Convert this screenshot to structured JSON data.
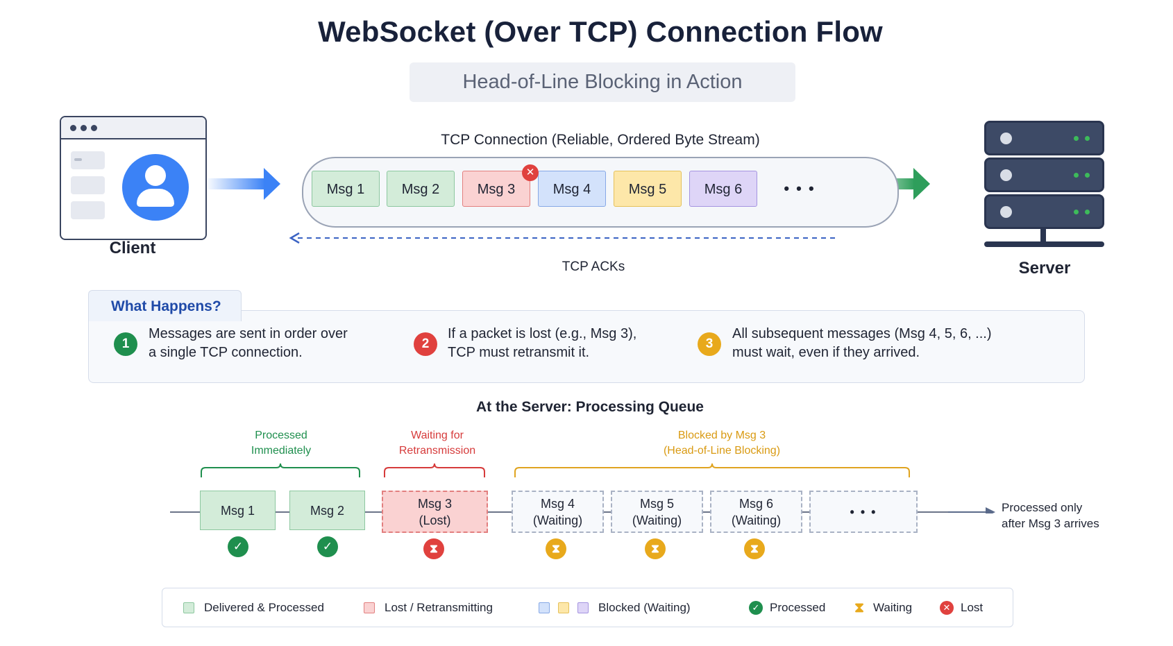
{
  "title": "WebSocket (Over TCP) Connection Flow",
  "subtitle": "Head-of-Line Blocking in Action",
  "client_label": "Client",
  "server_label": "Server",
  "tcp": {
    "caption": "TCP Connection (Reliable, Ordered Byte Stream)",
    "acks": "TCP ACKs",
    "ellipsis": "• • •",
    "messages": [
      {
        "label": "Msg 1",
        "state": "delivered"
      },
      {
        "label": "Msg 2",
        "state": "delivered"
      },
      {
        "label": "Msg 3",
        "state": "lost"
      },
      {
        "label": "Msg 4",
        "state": "blocked"
      },
      {
        "label": "Msg 5",
        "state": "blocked"
      },
      {
        "label": "Msg 6",
        "state": "blocked"
      }
    ]
  },
  "what_happens": {
    "tab": "What Happens?",
    "steps": [
      {
        "num": "1",
        "line1": "Messages are sent in order over",
        "line2": "a single TCP connection."
      },
      {
        "num": "2",
        "line1": "If a packet is lost (e.g., Msg 3),",
        "line2": "TCP must retransmit it."
      },
      {
        "num": "3",
        "line1": "All subsequent messages (Msg 4, 5, 6, ...)",
        "line2": "must wait, even if they arrived."
      }
    ]
  },
  "queue": {
    "title": "At the Server: Processing Queue",
    "groups": [
      {
        "line1": "Processed",
        "line2": "Immediately"
      },
      {
        "line1": "Waiting for",
        "line2": "Retransmission"
      },
      {
        "line1": "Blocked by Msg 3",
        "line2": "(Head-of-Line Blocking)"
      }
    ],
    "items": [
      {
        "line1": "Msg 1",
        "line2": ""
      },
      {
        "line1": "Msg 2",
        "line2": ""
      },
      {
        "line1": "Msg 3",
        "line2": "(Lost)"
      },
      {
        "line1": "Msg 4",
        "line2": "(Waiting)"
      },
      {
        "line1": "Msg 5",
        "line2": "(Waiting)"
      },
      {
        "line1": "Msg 6",
        "line2": "(Waiting)"
      },
      {
        "line1": "• • •",
        "line2": ""
      }
    ],
    "note_line1": "Processed only",
    "note_line2": "after Msg 3 arrives"
  },
  "legend": {
    "delivered": "Delivered & Processed",
    "lost_retransmitting": "Lost / Retransmitting",
    "blocked": "Blocked (Waiting)",
    "processed": "Processed",
    "waiting": "Waiting",
    "lost": "Lost"
  },
  "colors": {
    "green": "#1f8f4e",
    "red": "#e0413e",
    "amber": "#e8a91c",
    "blue_accent": "#3b82f6"
  }
}
